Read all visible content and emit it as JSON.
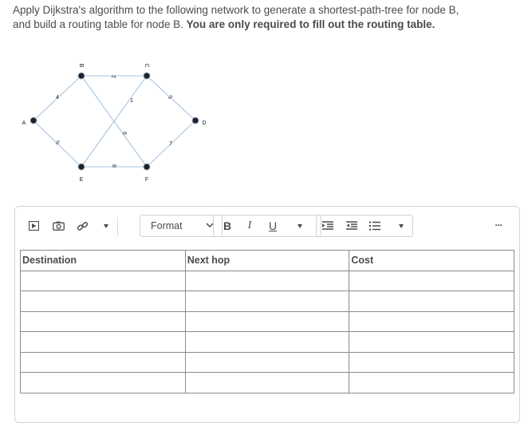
{
  "question": {
    "text_plain": "Apply Dijkstra's algorithm to the following network to generate a shortest-path-tree for node  B, and build a routing table for node B. ",
    "text_bold": "You are only required to fill out the routing table."
  },
  "graph": {
    "nodes": [
      {
        "id": "A",
        "label": "A"
      },
      {
        "id": "B",
        "label": "B"
      },
      {
        "id": "C",
        "label": "C"
      },
      {
        "id": "D",
        "label": "D"
      },
      {
        "id": "E",
        "label": "E"
      },
      {
        "id": "F",
        "label": "F"
      }
    ],
    "edges": [
      {
        "from": "A",
        "to": "B",
        "weight": "4"
      },
      {
        "from": "B",
        "to": "C",
        "weight": "2"
      },
      {
        "from": "C",
        "to": "D",
        "weight": "3"
      },
      {
        "from": "A",
        "to": "E",
        "weight": "5"
      },
      {
        "from": "E",
        "to": "F",
        "weight": "8"
      },
      {
        "from": "F",
        "to": "D",
        "weight": "7"
      },
      {
        "from": "B",
        "to": "F",
        "weight": "6"
      },
      {
        "from": "E",
        "to": "C",
        "weight": "1"
      }
    ],
    "edge_color": "#a9c4e0",
    "node_color": "#1e2227"
  },
  "toolbar": {
    "format_label": "Format",
    "bold_label": "B",
    "italic_label": "I",
    "underline_label": "U",
    "more_label": "···"
  },
  "table": {
    "headers": [
      "Destination",
      "Next hop",
      "Cost"
    ],
    "rows": [
      [
        "",
        "",
        ""
      ],
      [
        "",
        "",
        ""
      ],
      [
        "",
        "",
        ""
      ],
      [
        "",
        "",
        ""
      ],
      [
        "",
        "",
        ""
      ],
      [
        "",
        "",
        ""
      ]
    ]
  }
}
